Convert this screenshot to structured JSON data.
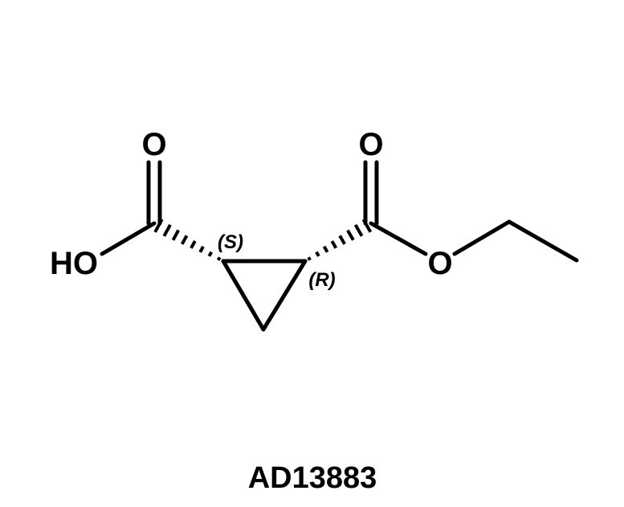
{
  "molecule": {
    "atoms": {
      "carbonyl_oxygen_left": "O",
      "hydroxyl_left": "HO",
      "carbonyl_oxygen_right": "O",
      "ester_oxygen": "O"
    },
    "stereo_labels": {
      "left_center": "(S)",
      "right_center": "(R)"
    }
  },
  "caption": {
    "id": "AD13883"
  }
}
